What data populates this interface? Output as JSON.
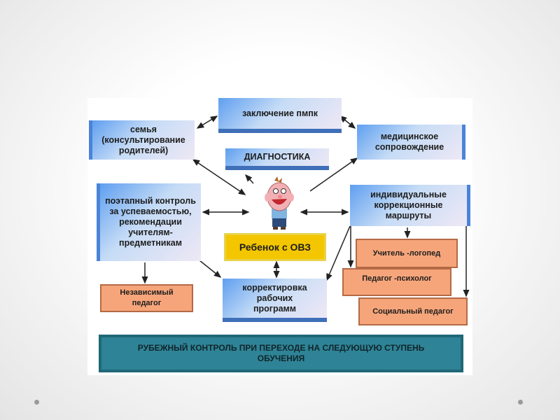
{
  "boxes": {
    "conclusion": "заключение пмпк",
    "family": "семья (консультирование родителей)",
    "medical": "медицинское сопровождение",
    "diagnostics": "ДИАГНОСТИКА",
    "control": "поэтапный контроль за успеваемостью, рекомендации учителям-предметникам",
    "routes": "индивидуальные коррекционные маршруты",
    "child": "Ребенок  с ОВЗ",
    "speech": "Учитель -логопед",
    "psych": "Педагог -психолог",
    "independent": "Независимый педагог",
    "correction": "корректировка рабочих программ",
    "social": "Социальный педагог",
    "final": "РУБЕЖНЫЙ КОНТРОЛЬ  ПРИ ПЕРЕХОДЕ НА СЛЕДУЮЩУЮ СТУПЕНЬ ОБУЧЕНИЯ"
  },
  "colors": {
    "blue": "#4a84d8",
    "orange": "#f6a57a",
    "yellow": "#f4c600",
    "teal": "#2f8396"
  }
}
